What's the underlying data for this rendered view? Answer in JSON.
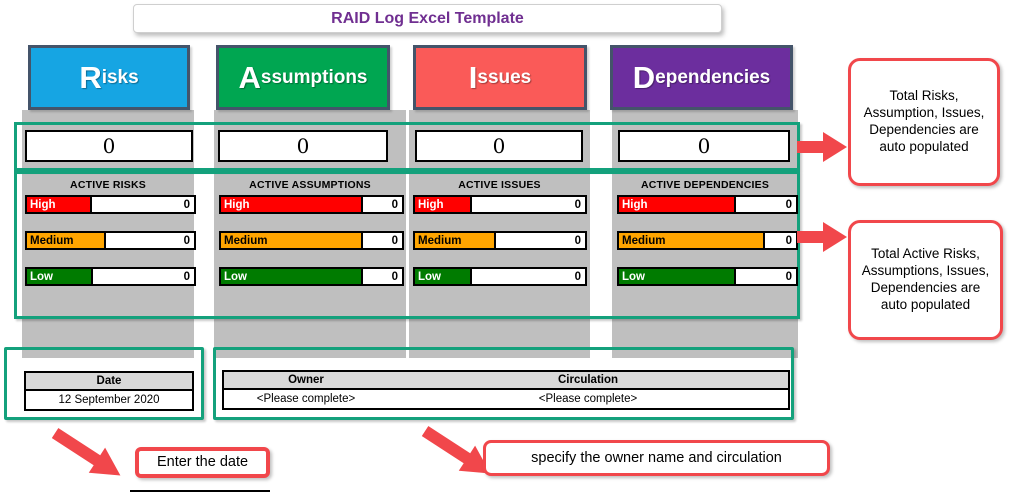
{
  "title": "RAID Log Excel Template",
  "accents": {
    "panel_border": "#14A17C",
    "callout_red": "#F1474B",
    "title_text": "#702F91",
    "band_gray": "#BFBFBF",
    "table_header_bg": "#D9D9D9",
    "header_border": "#44546A"
  },
  "columns": [
    {
      "name": "risks",
      "initial": "R",
      "rest": "isks",
      "color": "#16A5E3",
      "total": "0",
      "active_title": "ACTIVE RISKS",
      "rows": [
        {
          "level": "High",
          "value": "0",
          "bg": "#FF0000",
          "fg": "#FFFFFF"
        },
        {
          "level": "Medium",
          "value": "0",
          "bg": "#FFA500",
          "fg": "#000000"
        },
        {
          "level": "Low",
          "value": "0",
          "bg": "#007B00",
          "fg": "#FFFFFF"
        }
      ]
    },
    {
      "name": "assumptions",
      "initial": "A",
      "rest": "ssumptions",
      "color": "#00A651",
      "total": "0",
      "active_title": "ACTIVE ASSUMPTIONS",
      "rows": [
        {
          "level": "High",
          "value": "0",
          "bg": "#FF0000",
          "fg": "#FFFFFF"
        },
        {
          "level": "Medium",
          "value": "0",
          "bg": "#FFA500",
          "fg": "#000000"
        },
        {
          "level": "Low",
          "value": "0",
          "bg": "#007B00",
          "fg": "#FFFFFF"
        }
      ]
    },
    {
      "name": "issues",
      "initial": "I",
      "rest": "ssues",
      "color": "#FA5A58",
      "total": "0",
      "active_title": "ACTIVE ISSUES",
      "rows": [
        {
          "level": "High",
          "value": "0",
          "bg": "#FF0000",
          "fg": "#FFFFFF"
        },
        {
          "level": "Medium",
          "value": "0",
          "bg": "#FFA500",
          "fg": "#000000"
        },
        {
          "level": "Low",
          "value": "0",
          "bg": "#007B00",
          "fg": "#FFFFFF"
        }
      ]
    },
    {
      "name": "dependencies",
      "initial": "D",
      "rest": "ependencies",
      "color": "#6C2E9E",
      "total": "0",
      "active_title": "ACTIVE DEPENDENCIES",
      "rows": [
        {
          "level": "High",
          "value": "0",
          "bg": "#FF0000",
          "fg": "#FFFFFF"
        },
        {
          "level": "Medium",
          "value": "0",
          "bg": "#FFA500",
          "fg": "#000000"
        },
        {
          "level": "Low",
          "value": "0",
          "bg": "#007B00",
          "fg": "#FFFFFF"
        }
      ]
    }
  ],
  "date_panel": {
    "header": "Date",
    "value": "12 September 2020"
  },
  "owner_panel": {
    "owner_header": "Owner",
    "owner_value": "<Please complete>",
    "circulation_header": "Circulation",
    "circulation_value": "<Please complete>"
  },
  "callouts": {
    "totals": "Total Risks, Assumption, Issues, Dependencies are auto populated",
    "active": "Total Active Risks, Assumptions, Issues, Dependencies are auto populated",
    "date": "Enter the date",
    "owner": "specify the owner name and circulation"
  }
}
